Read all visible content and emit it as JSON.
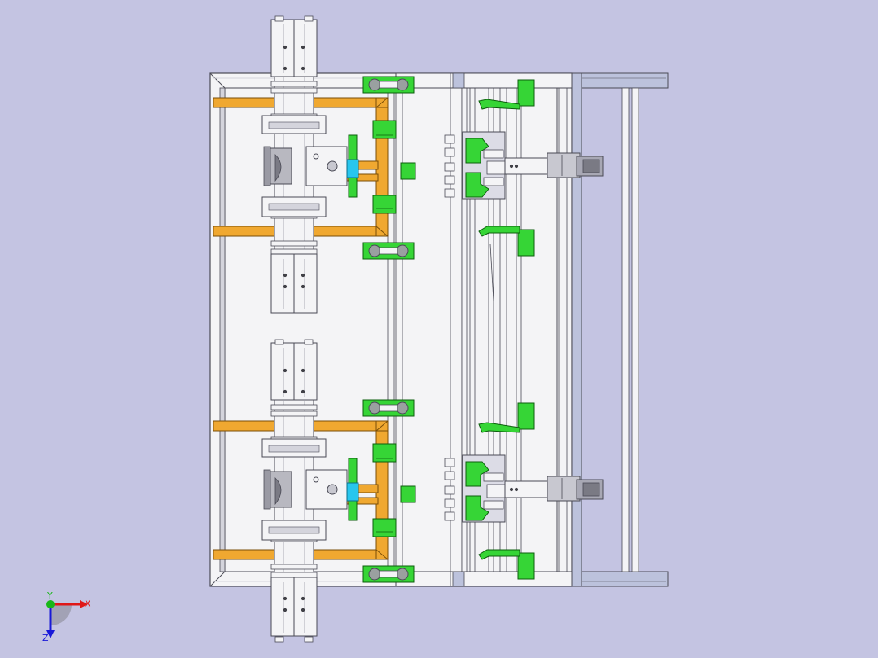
{
  "view": {
    "type": "cad-assembly-top-view",
    "background": "#c4c4e2",
    "colors": {
      "frame_fill": "#f4f4f6",
      "frame_stroke": "#4a4a55",
      "frame_inner": "#d4d4dc",
      "shade": "#9a9aa8",
      "orange": "#f0a830",
      "orange_stroke": "#7a4e08",
      "green": "#36d536",
      "green_stroke": "#0c5e0c",
      "cyan": "#28c6ee",
      "blue_rail": "#bcc2dc",
      "dark": "#404046"
    }
  },
  "triad": {
    "x_label": "X",
    "y_label": "Y",
    "z_label": "Z",
    "x_color": "#e01818",
    "y_color": "#18b818",
    "z_color": "#1818d8"
  }
}
